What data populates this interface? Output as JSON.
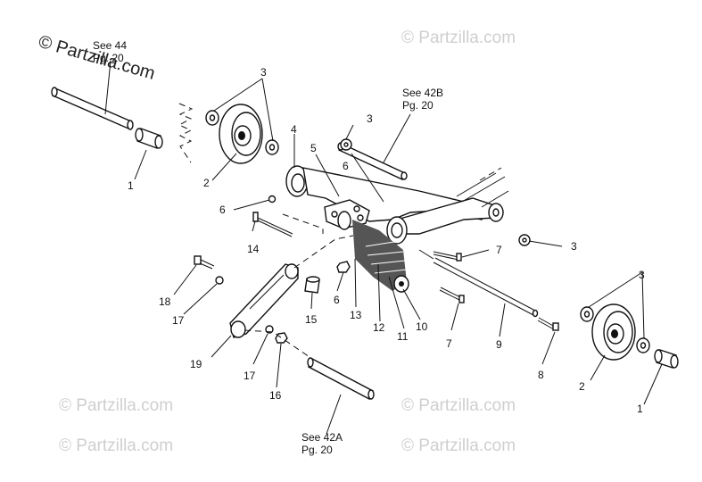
{
  "watermark": {
    "main": "© Partzilla.com",
    "faint": [
      "© Partzilla.com",
      "© Partzilla.com",
      "© Partzilla.com",
      "© Partzilla.com",
      "© Partzilla.com"
    ]
  },
  "references": {
    "see44": {
      "line1": "See 44",
      "line2": "Pg. 20"
    },
    "see42b": {
      "line1": "See 42B",
      "line2": "Pg. 20"
    },
    "see42a": {
      "line1": "See 42A",
      "line2": "Pg. 20"
    }
  },
  "callouts": {
    "c1_left": "1",
    "c2_left": "2",
    "c3_top": "3",
    "c3_mid": "3",
    "c4": "4",
    "c5": "5",
    "c6_top": "6",
    "c6_left": "6",
    "c6_bot": "6",
    "c14": "14",
    "c3_right": "3",
    "c7_top": "7",
    "c7_bot": "7",
    "c18": "18",
    "c17_top": "17",
    "c15": "15",
    "c13": "13",
    "c12": "12",
    "c11": "11",
    "c10": "10",
    "c9": "9",
    "c3_far": "3",
    "c8": "8",
    "c19": "19",
    "c17_bot": "17",
    "c16": "16",
    "c2_right": "2",
    "c1_right": "1"
  }
}
